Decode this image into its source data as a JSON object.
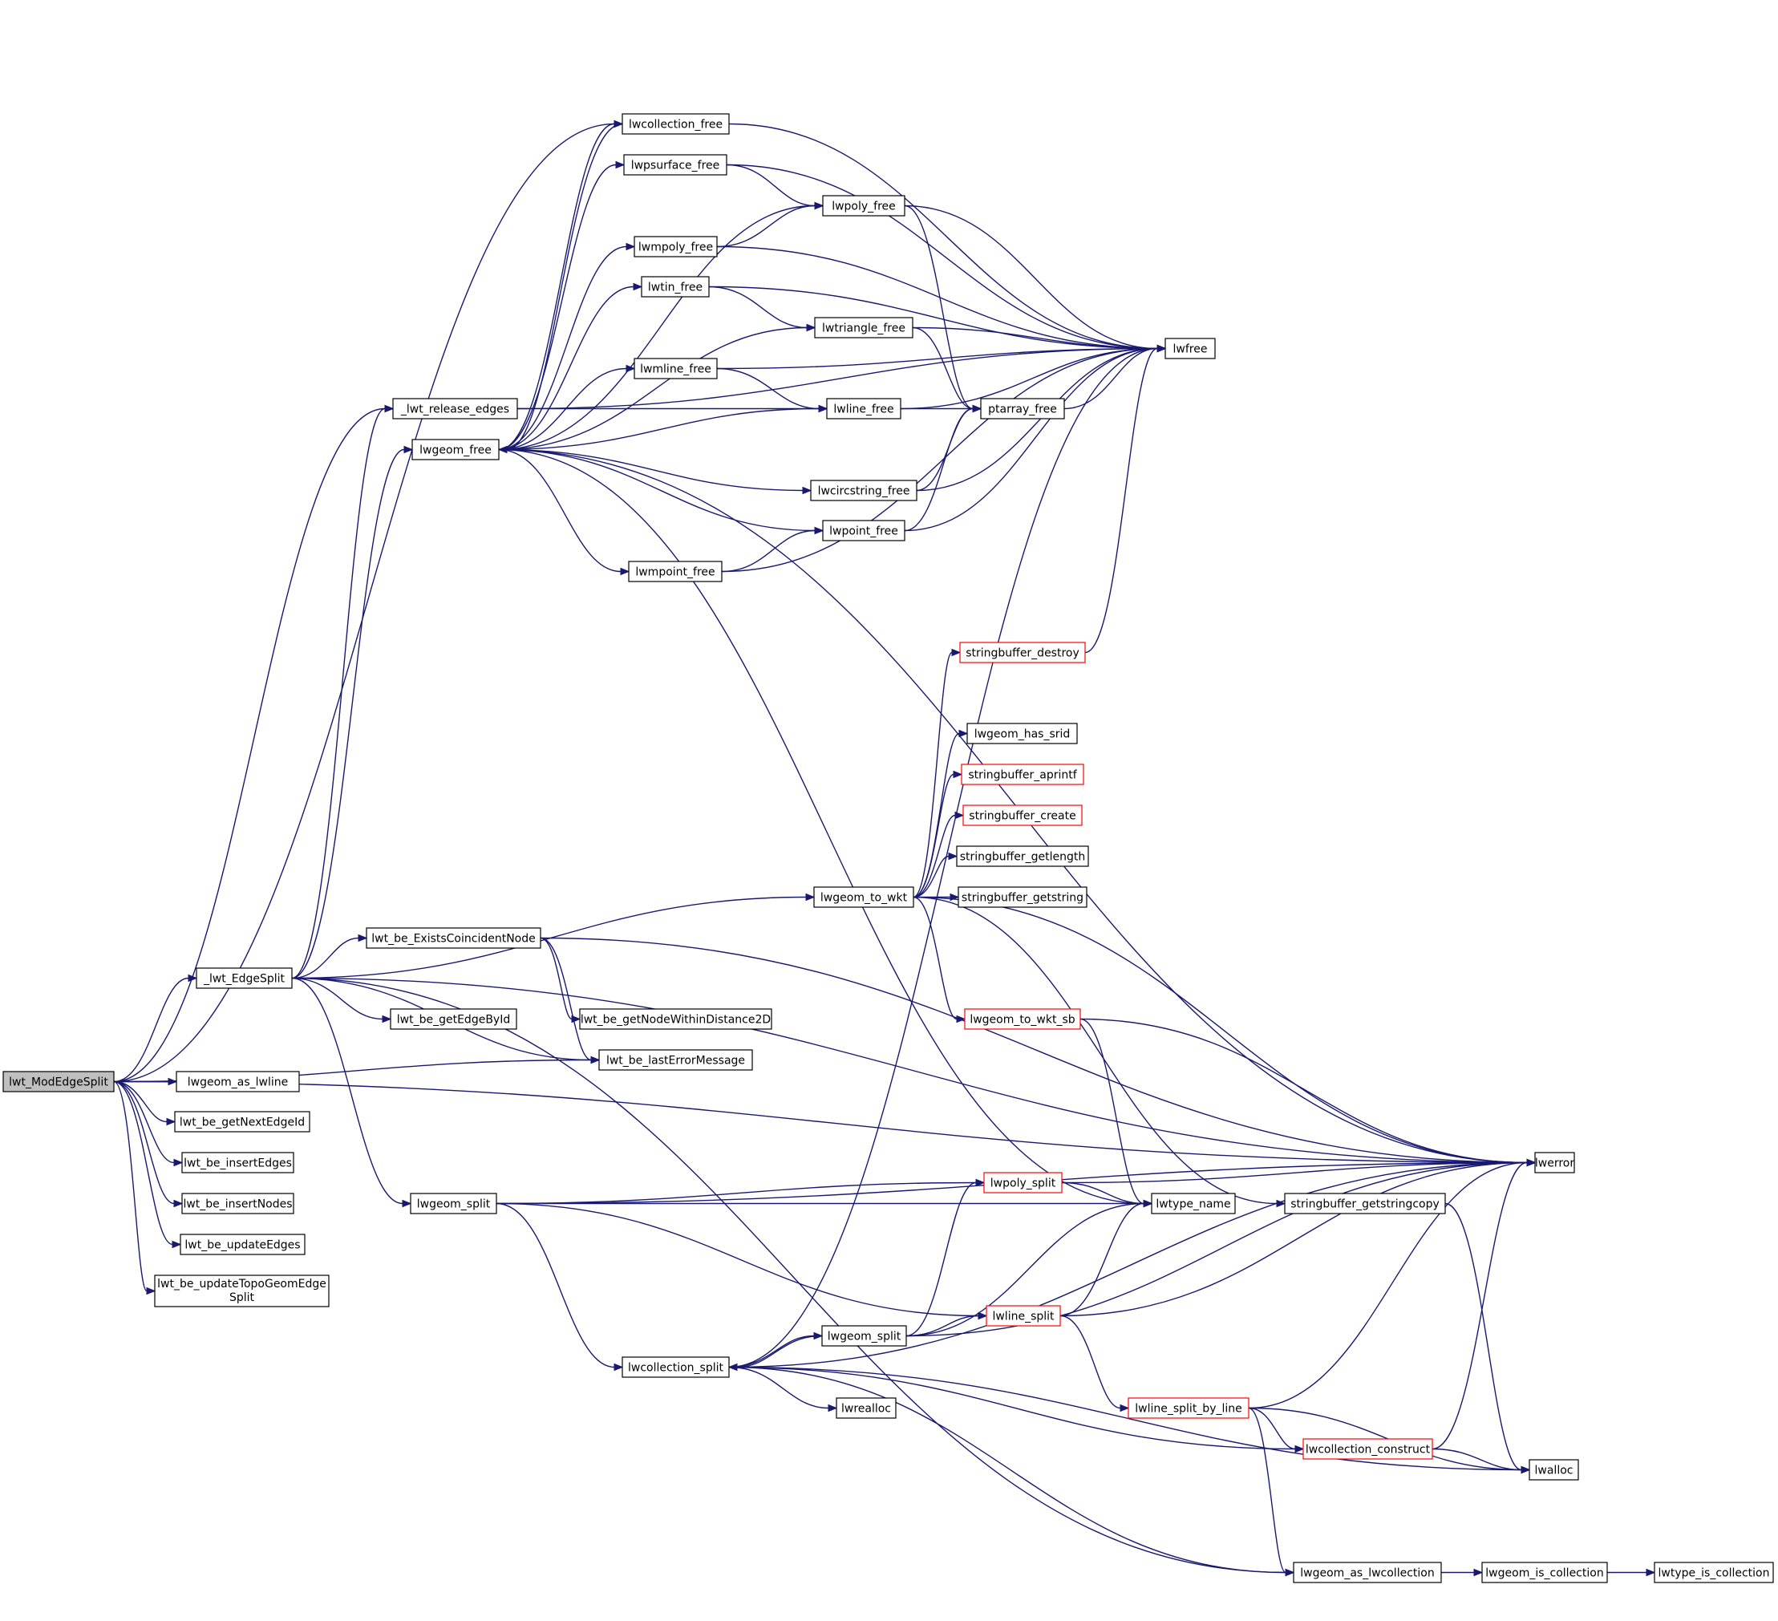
{
  "graph": {
    "edge_color": "#191970",
    "node_border_default": "#000000",
    "node_border_truncated": "#ff0000",
    "root_fill": "#bfbfbf",
    "nodes": [
      {
        "id": "lwt_ModEdgeSplit",
        "label": "lwt_ModEdgeSplit",
        "root": true
      },
      {
        "id": "_lwt_EdgeSplit",
        "label": "_lwt_EdgeSplit"
      },
      {
        "id": "_lwt_release_edges",
        "label": "_lwt_release_edges"
      },
      {
        "id": "lwgeom_free",
        "label": "lwgeom_free"
      },
      {
        "id": "lwcollection_free",
        "label": "lwcollection_free"
      },
      {
        "id": "lwpsurface_free",
        "label": "lwpsurface_free"
      },
      {
        "id": "lwpoly_free",
        "label": "lwpoly_free"
      },
      {
        "id": "lwmpoly_free",
        "label": "lwmpoly_free"
      },
      {
        "id": "lwtin_free",
        "label": "lwtin_free"
      },
      {
        "id": "lwtriangle_free",
        "label": "lwtriangle_free"
      },
      {
        "id": "lwmline_free",
        "label": "lwmline_free"
      },
      {
        "id": "lwline_free",
        "label": "lwline_free"
      },
      {
        "id": "lwcircstring_free",
        "label": "lwcircstring_free"
      },
      {
        "id": "lwpoint_free",
        "label": "lwpoint_free"
      },
      {
        "id": "lwmpoint_free",
        "label": "lwmpoint_free"
      },
      {
        "id": "ptarray_free",
        "label": "ptarray_free"
      },
      {
        "id": "lwfree",
        "label": "lwfree"
      },
      {
        "id": "stringbuffer_destroy",
        "label": "stringbuffer_destroy",
        "truncated": true
      },
      {
        "id": "lwgeom_has_srid",
        "label": "lwgeom_has_srid"
      },
      {
        "id": "stringbuffer_aprintf",
        "label": "stringbuffer_aprintf",
        "truncated": true
      },
      {
        "id": "stringbuffer_create",
        "label": "stringbuffer_create",
        "truncated": true
      },
      {
        "id": "stringbuffer_getlength",
        "label": "stringbuffer_getlength"
      },
      {
        "id": "stringbuffer_getstring",
        "label": "stringbuffer_getstring"
      },
      {
        "id": "lwgeom_to_wkt",
        "label": "lwgeom_to_wkt"
      },
      {
        "id": "lwt_be_ExistsCoincidentNode",
        "label": "lwt_be_ExistsCoincidentNode"
      },
      {
        "id": "lwt_be_getNodeWithinDistance2D",
        "label": "lwt_be_getNodeWithinDistance2D"
      },
      {
        "id": "lwt_be_getEdgeById",
        "label": "lwt_be_getEdgeById"
      },
      {
        "id": "lwt_be_lastErrorMessage",
        "label": "lwt_be_lastErrorMessage"
      },
      {
        "id": "lwgeom_to_wkt_sb",
        "label": "lwgeom_to_wkt_sb",
        "truncated": true
      },
      {
        "id": "lwgeom_as_lwline",
        "label": "lwgeom_as_lwline"
      },
      {
        "id": "lwt_be_getNextEdgeId",
        "label": "lwt_be_getNextEdgeId"
      },
      {
        "id": "lwt_be_insertEdges",
        "label": "lwt_be_insertEdges"
      },
      {
        "id": "lwt_be_insertNodes",
        "label": "lwt_be_insertNodes"
      },
      {
        "id": "lwt_be_updateEdges",
        "label": "lwt_be_updateEdges"
      },
      {
        "id": "lwt_be_updateTopoGeomEdgeSplit",
        "label_lines": [
          "lwt_be_updateTopoGeomEdge",
          "Split"
        ]
      },
      {
        "id": "lwerror",
        "label": "lwerror"
      },
      {
        "id": "lwgeom_split_a",
        "label": "lwgeom_split"
      },
      {
        "id": "lwpoly_split",
        "label": "lwpoly_split",
        "truncated": true
      },
      {
        "id": "lwtype_name",
        "label": "lwtype_name"
      },
      {
        "id": "stringbuffer_getstringcopy",
        "label": "stringbuffer_getstringcopy"
      },
      {
        "id": "lwline_split",
        "label": "lwline_split",
        "truncated": true
      },
      {
        "id": "lwgeom_split_b",
        "label": "lwgeom_split"
      },
      {
        "id": "lwcollection_split",
        "label": "lwcollection_split"
      },
      {
        "id": "lwrealloc",
        "label": "lwrealloc"
      },
      {
        "id": "lwline_split_by_line",
        "label": "lwline_split_by_line",
        "truncated": true
      },
      {
        "id": "lwcollection_construct",
        "label": "lwcollection_construct",
        "truncated": true
      },
      {
        "id": "lwalloc",
        "label": "lwalloc"
      },
      {
        "id": "lwgeom_as_lwcollection",
        "label": "lwgeom_as_lwcollection"
      },
      {
        "id": "lwgeom_is_collection",
        "label": "lwgeom_is_collection"
      },
      {
        "id": "lwtype_is_collection",
        "label": "lwtype_is_collection"
      }
    ],
    "edges": [
      [
        "lwt_ModEdgeSplit",
        "_lwt_EdgeSplit"
      ],
      [
        "lwt_ModEdgeSplit",
        "_lwt_release_edges"
      ],
      [
        "lwt_ModEdgeSplit",
        "lwcollection_free"
      ],
      [
        "lwt_ModEdgeSplit",
        "lwerror"
      ],
      [
        "lwt_ModEdgeSplit",
        "lwt_be_lastErrorMessage"
      ],
      [
        "lwt_ModEdgeSplit",
        "lwgeom_as_lwline"
      ],
      [
        "lwt_ModEdgeSplit",
        "lwt_be_getNextEdgeId"
      ],
      [
        "lwt_ModEdgeSplit",
        "lwt_be_insertEdges"
      ],
      [
        "lwt_ModEdgeSplit",
        "lwt_be_insertNodes"
      ],
      [
        "lwt_ModEdgeSplit",
        "lwt_be_updateEdges"
      ],
      [
        "lwt_ModEdgeSplit",
        "lwt_be_updateTopoGeomEdgeSplit"
      ],
      [
        "_lwt_EdgeSplit",
        "_lwt_release_edges"
      ],
      [
        "_lwt_EdgeSplit",
        "lwgeom_free"
      ],
      [
        "_lwt_EdgeSplit",
        "lwgeom_to_wkt"
      ],
      [
        "_lwt_EdgeSplit",
        "lwt_be_ExistsCoincidentNode"
      ],
      [
        "_lwt_EdgeSplit",
        "lwt_be_getEdgeById"
      ],
      [
        "_lwt_EdgeSplit",
        "lwt_be_lastErrorMessage"
      ],
      [
        "_lwt_EdgeSplit",
        "lwgeom_split_a"
      ],
      [
        "_lwt_EdgeSplit",
        "lwerror"
      ],
      [
        "_lwt_EdgeSplit",
        "lwgeom_as_lwcollection"
      ],
      [
        "_lwt_release_edges",
        "lwfree"
      ],
      [
        "_lwt_release_edges",
        "lwline_free"
      ],
      [
        "lwgeom_free",
        "lwcollection_free"
      ],
      [
        "lwgeom_free",
        "lwpsurface_free"
      ],
      [
        "lwgeom_free",
        "lwpoly_free"
      ],
      [
        "lwgeom_free",
        "lwmpoly_free"
      ],
      [
        "lwgeom_free",
        "lwtin_free"
      ],
      [
        "lwgeom_free",
        "lwtriangle_free"
      ],
      [
        "lwgeom_free",
        "lwmline_free"
      ],
      [
        "lwgeom_free",
        "lwline_free"
      ],
      [
        "lwgeom_free",
        "lwcircstring_free"
      ],
      [
        "lwgeom_free",
        "lwpoint_free"
      ],
      [
        "lwgeom_free",
        "lwmpoint_free"
      ],
      [
        "lwgeom_free",
        "lwerror"
      ],
      [
        "lwgeom_free",
        "lwtype_name"
      ],
      [
        "lwcollection_free",
        "lwgeom_free"
      ],
      [
        "lwcollection_free",
        "lwfree"
      ],
      [
        "lwpsurface_free",
        "lwpoly_free"
      ],
      [
        "lwpsurface_free",
        "lwfree"
      ],
      [
        "lwpoly_free",
        "ptarray_free"
      ],
      [
        "lwpoly_free",
        "lwfree"
      ],
      [
        "lwmpoly_free",
        "lwpoly_free"
      ],
      [
        "lwmpoly_free",
        "lwfree"
      ],
      [
        "lwtin_free",
        "lwtriangle_free"
      ],
      [
        "lwtin_free",
        "lwfree"
      ],
      [
        "lwtriangle_free",
        "ptarray_free"
      ],
      [
        "lwtriangle_free",
        "lwfree"
      ],
      [
        "lwmline_free",
        "lwline_free"
      ],
      [
        "lwmline_free",
        "lwfree"
      ],
      [
        "lwline_free",
        "ptarray_free"
      ],
      [
        "lwline_free",
        "lwfree"
      ],
      [
        "lwcircstring_free",
        "ptarray_free"
      ],
      [
        "lwcircstring_free",
        "lwfree"
      ],
      [
        "lwpoint_free",
        "ptarray_free"
      ],
      [
        "lwpoint_free",
        "lwfree"
      ],
      [
        "lwmpoint_free",
        "lwpoint_free"
      ],
      [
        "lwmpoint_free",
        "lwfree"
      ],
      [
        "ptarray_free",
        "lwfree"
      ],
      [
        "stringbuffer_destroy",
        "lwfree"
      ],
      [
        "lwgeom_to_wkt",
        "stringbuffer_destroy"
      ],
      [
        "lwgeom_to_wkt",
        "lwgeom_has_srid"
      ],
      [
        "lwgeom_to_wkt",
        "stringbuffer_aprintf"
      ],
      [
        "lwgeom_to_wkt",
        "stringbuffer_create"
      ],
      [
        "lwgeom_to_wkt",
        "stringbuffer_getlength"
      ],
      [
        "lwgeom_to_wkt",
        "stringbuffer_getstring"
      ],
      [
        "lwgeom_to_wkt",
        "lwerror"
      ],
      [
        "lwgeom_to_wkt",
        "lwgeom_to_wkt_sb"
      ],
      [
        "lwgeom_to_wkt",
        "stringbuffer_getstringcopy"
      ],
      [
        "lwt_be_ExistsCoincidentNode",
        "lwt_be_getNodeWithinDistance2D"
      ],
      [
        "lwt_be_ExistsCoincidentNode",
        "lwt_be_lastErrorMessage"
      ],
      [
        "lwt_be_ExistsCoincidentNode",
        "lwerror"
      ],
      [
        "lwgeom_to_wkt_sb",
        "lwerror"
      ],
      [
        "lwgeom_to_wkt_sb",
        "lwtype_name"
      ],
      [
        "lwgeom_split_a",
        "lwerror"
      ],
      [
        "lwgeom_split_a",
        "lwpoly_split"
      ],
      [
        "lwgeom_split_a",
        "lwtype_name"
      ],
      [
        "lwgeom_split_a",
        "lwline_split"
      ],
      [
        "lwgeom_split_a",
        "lwcollection_split"
      ],
      [
        "lwpoly_split",
        "lwerror"
      ],
      [
        "lwpoly_split",
        "lwtype_name"
      ],
      [
        "lwline_split",
        "lwtype_name"
      ],
      [
        "lwline_split",
        "lwerror"
      ],
      [
        "lwline_split",
        "lwline_split_by_line"
      ],
      [
        "lwgeom_split_b",
        "lwpoly_split"
      ],
      [
        "lwgeom_split_b",
        "lwtype_name"
      ],
      [
        "lwgeom_split_b",
        "lwline_split"
      ],
      [
        "lwgeom_split_b",
        "lwerror"
      ],
      [
        "lwgeom_split_b",
        "lwcollection_split"
      ],
      [
        "lwcollection_split",
        "lwgeom_split_b"
      ],
      [
        "lwcollection_split",
        "lwfree"
      ],
      [
        "lwcollection_split",
        "lwerror"
      ],
      [
        "lwcollection_split",
        "lwrealloc"
      ],
      [
        "lwcollection_split",
        "lwcollection_construct"
      ],
      [
        "lwcollection_split",
        "lwalloc"
      ],
      [
        "lwcollection_split",
        "lwgeom_as_lwcollection"
      ],
      [
        "lwline_split_by_line",
        "lwerror"
      ],
      [
        "lwline_split_by_line",
        "lwcollection_construct"
      ],
      [
        "lwline_split_by_line",
        "lwalloc"
      ],
      [
        "lwline_split_by_line",
        "lwgeom_as_lwcollection"
      ],
      [
        "lwcollection_construct",
        "lwerror"
      ],
      [
        "lwcollection_construct",
        "lwalloc"
      ],
      [
        "stringbuffer_getstringcopy",
        "lwalloc"
      ],
      [
        "lwgeom_as_lwcollection",
        "lwgeom_is_collection"
      ],
      [
        "lwgeom_is_collection",
        "lwtype_is_collection"
      ]
    ]
  }
}
